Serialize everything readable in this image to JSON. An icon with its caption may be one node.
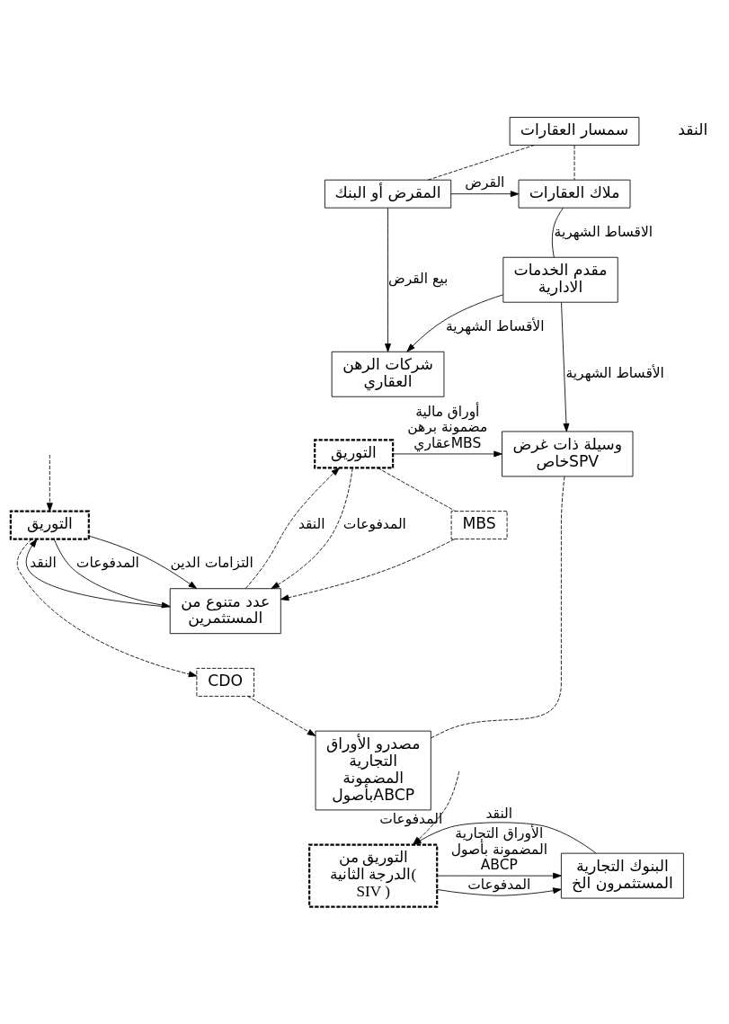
{
  "diagram": {
    "nodes": [
      {
        "text": [
          "سمسار العقارات"
        ]
      },
      {
        "text": [
          "المقرض أو البنك"
        ]
      },
      {
        "text": [
          "ملاك العقارات"
        ]
      },
      {
        "text": [
          "مقدم الخدمات الادارية"
        ]
      },
      {
        "text": [
          "شركات الرهن العقاري"
        ]
      },
      {
        "text": [
          "التوريق"
        ]
      },
      {
        "text": [
          "وسيلة ذات غرض خاصSPV"
        ]
      },
      {
        "text": [
          "التوريق"
        ]
      },
      {
        "text": [
          "MBS"
        ]
      },
      {
        "text": [
          "عدد متنوع من المستثمرين"
        ]
      },
      {
        "text": [
          "CDO"
        ]
      },
      {
        "text": [
          "مصدرو الأوراق التجارية المضمونة بأصولABCP"
        ]
      },
      {
        "text": [
          "التوريق من الدرجة الثانية( SIV )"
        ]
      },
      {
        "text": [
          "البنوك التجارية",
          "المستثمرون الخ"
        ]
      }
    ],
    "edges": [
      {
        "from": 1,
        "to": 0,
        "arrow": "none",
        "style": "dashed"
      },
      {
        "from": 0,
        "to": 2,
        "arrow": "none",
        "style": "dashed"
      },
      {
        "from": 1,
        "to": 2,
        "arrow": "to",
        "label": "القرض"
      },
      {
        "from": 1,
        "to": 4,
        "arrow": "to",
        "label": "بيع القرض"
      },
      {
        "from": 2,
        "to": 3,
        "arrow": "none",
        "label": "الاقساط الشهرية"
      },
      {
        "from": 3,
        "to": 4,
        "arrow": "to",
        "label": "الأقساط الشهرية"
      },
      {
        "from": 3,
        "to": 6,
        "arrow": "to",
        "label": "الأقساط الشهرية"
      },
      {
        "from": 5,
        "to": 6,
        "arrow": "to",
        "label": "أوراق مالية مضمونة برهن عقاريMBS"
      },
      {
        "from": 5,
        "to": 8,
        "arrow": "none",
        "style": "dashed"
      },
      {
        "from": 9,
        "to": 5,
        "arrow": "to",
        "style": "dashed",
        "label": "النقد"
      },
      {
        "from": 5,
        "to": 9,
        "arrow": "to",
        "style": "dashed",
        "label": "المدفوعات"
      },
      {
        "from": 8,
        "to": 9,
        "arrow": "to",
        "style": "dashed"
      },
      {
        "from": 7,
        "to": 9,
        "arrow": "to",
        "label": "المدفوعات"
      },
      {
        "from": 9,
        "to": 7,
        "arrow": "to",
        "label": "النقد"
      },
      {
        "from": 7,
        "to": 9,
        "arrow": "to",
        "label": "التزامات الدين"
      },
      {
        "from": 6,
        "to": 11,
        "arrow": "none",
        "style": "dashed"
      },
      {
        "from": null,
        "to": 7,
        "arrow": "to",
        "style": "dashed"
      },
      {
        "from": 7,
        "to": 10,
        "arrow": "to",
        "style": "dashed"
      },
      {
        "from": 10,
        "to": 11,
        "arrow": "to",
        "style": "dashed"
      },
      {
        "from": null,
        "to": 12,
        "arrow": "to",
        "style": "dashed",
        "label": "المدفوعات"
      },
      {
        "from": 12,
        "to": 13,
        "arrow": "to",
        "label": "الأوراق التجارية المضمونة بأصول ABCP"
      },
      {
        "from": 13,
        "to": 12,
        "arrow": "to",
        "label": "النقد"
      },
      {
        "from": 12,
        "to": 13,
        "arrow": "to",
        "label": "المدفوعات"
      }
    ],
    "labels": [
      "النقد"
    ]
  }
}
